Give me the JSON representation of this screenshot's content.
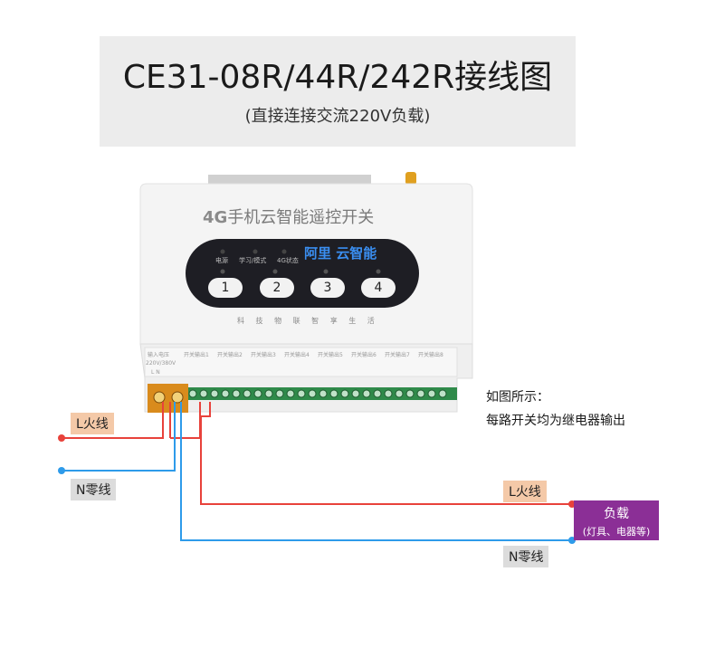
{
  "header": {
    "title": "CE31-08R/44R/242R接线图",
    "subtitle": "(直接连接交流220V负载)"
  },
  "device": {
    "model_text": "手机云智能遥控开关",
    "model_prefix": "4G",
    "brand": "阿里 云智能",
    "indicators": [
      "电源",
      "学习/模式",
      "4G状态"
    ],
    "buttons": [
      "1",
      "2",
      "3",
      "4"
    ],
    "slogan": "科 技 物 联   智 享 生 活",
    "input_label": "输入电压",
    "input_voltage": "220V/380V",
    "input_terminals": "L   N",
    "output_labels": [
      "开关输出1",
      "开关输出2",
      "开关输出3",
      "开关输出4",
      "开关输出5",
      "开关输出6",
      "开关输出7",
      "开关输出8"
    ]
  },
  "labels": {
    "l_live_in": "L火线",
    "n_neutral_in": "N零线",
    "l_live_out": "L火线",
    "n_neutral_out": "N零线"
  },
  "note": {
    "line1": "如图所示：",
    "line2": "每路开关均为继电器输出"
  },
  "load": {
    "title": "负载",
    "subtitle": "(灯具、电器等)"
  },
  "colors": {
    "live_wire": "#e8423b",
    "neutral_wire": "#2e9bea",
    "load_bg": "#8b2f96",
    "terminal_green": "#3aa35a",
    "input_terminal": "#d98b1c"
  }
}
